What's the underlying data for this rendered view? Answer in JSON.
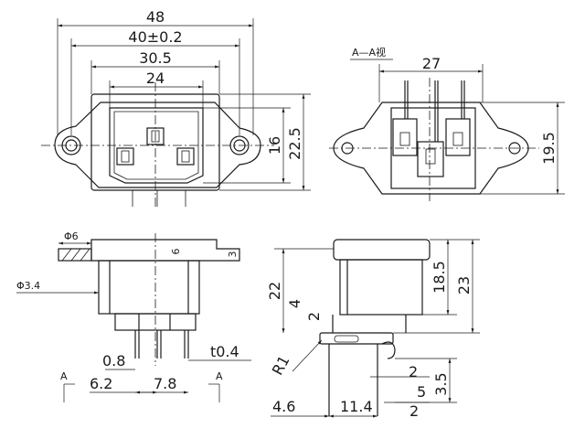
{
  "section_label": "A—A视",
  "front_view": {
    "dims": {
      "overall": "48",
      "hole_spacing": "40±0.2",
      "body_width": "30.5",
      "inlet_width": "24",
      "inlet_height": "16",
      "body_height": "22.5"
    }
  },
  "section_view": {
    "dims": {
      "width": "27",
      "height": "19.5"
    }
  },
  "side_view": {
    "dims": {
      "hole_dia": "Φ6",
      "counter_dia": "Φ3.4",
      "plate_thk": "6",
      "flange": "3",
      "pin_w": "0.8",
      "pin_thk": "t0.4",
      "pin_pitch": "6.2",
      "pin_span": "7.8",
      "section_mark_left": "A",
      "section_mark_right": "A"
    }
  },
  "end_view": {
    "dims": {
      "upper": "18.5",
      "total": "23",
      "body": "22",
      "step_a": "4",
      "step_b": "2",
      "radius": "R1",
      "gap_a": "2",
      "gap_b": "5",
      "gap_c": "2",
      "tail": "3.5",
      "left_off": "4.6",
      "base": "11.4"
    }
  }
}
